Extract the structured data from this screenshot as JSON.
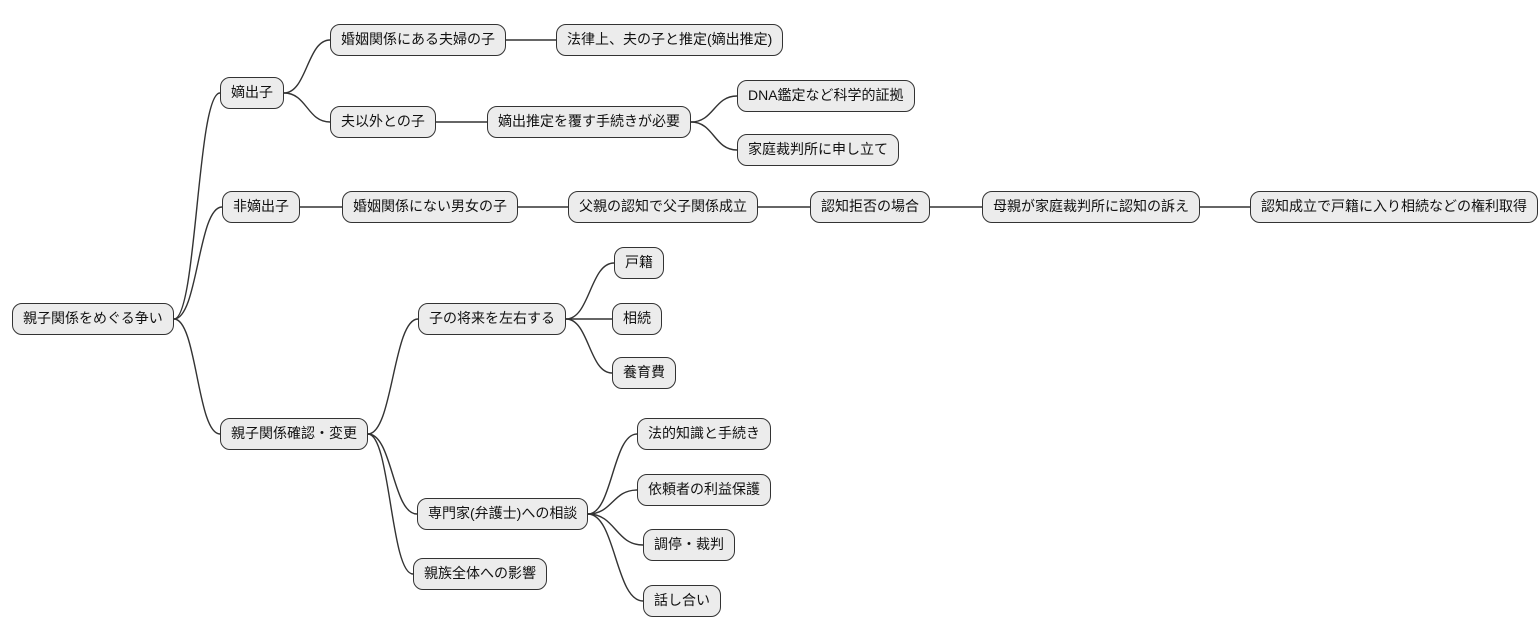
{
  "diagram": {
    "type": "mindmap",
    "root_label": "親子関係をめぐる争い"
  },
  "style": {
    "node_fill": "#ececec",
    "node_border": "#333333",
    "edge_color": "#333333",
    "text_color": "#111111",
    "background": "#ffffff"
  },
  "nodes": [
    {
      "id": "root",
      "label": "親子関係をめぐる争い",
      "parent": null
    },
    {
      "id": "legitimate-child",
      "label": "嫡出子",
      "parent": "root"
    },
    {
      "id": "married-couple-child",
      "label": "婚姻関係にある夫婦の子",
      "parent": "legitimate-child"
    },
    {
      "id": "presumed-legitimate",
      "label": "法律上、夫の子と推定(嫡出推定)",
      "parent": "married-couple-child"
    },
    {
      "id": "child-with-other-man",
      "label": "夫以外との子",
      "parent": "legitimate-child"
    },
    {
      "id": "overturn-procedure",
      "label": "嫡出推定を覆す手続きが必要",
      "parent": "child-with-other-man"
    },
    {
      "id": "dna-evidence",
      "label": "DNA鑑定など科学的証拠",
      "parent": "overturn-procedure"
    },
    {
      "id": "family-court-petition",
      "label": "家庭裁判所に申し立て",
      "parent": "overturn-procedure"
    },
    {
      "id": "illegitimate-child",
      "label": "非嫡出子",
      "parent": "root"
    },
    {
      "id": "unmarried-couple-child",
      "label": "婚姻関係にない男女の子",
      "parent": "illegitimate-child"
    },
    {
      "id": "paternity-acknowledgment",
      "label": "父親の認知で父子関係成立",
      "parent": "unmarried-couple-child"
    },
    {
      "id": "acknowledgment-refusal",
      "label": "認知拒否の場合",
      "parent": "paternity-acknowledgment"
    },
    {
      "id": "mother-court-suit",
      "label": "母親が家庭裁判所に認知の訴え",
      "parent": "acknowledgment-refusal"
    },
    {
      "id": "rights-acquisition",
      "label": "認知成立で戸籍に入り相続などの権利取得",
      "parent": "mother-court-suit"
    },
    {
      "id": "confirm-change",
      "label": "親子関係確認・変更",
      "parent": "root"
    },
    {
      "id": "child-future",
      "label": "子の将来を左右する",
      "parent": "confirm-change"
    },
    {
      "id": "koseki",
      "label": "戸籍",
      "parent": "child-future"
    },
    {
      "id": "inheritance",
      "label": "相続",
      "parent": "child-future"
    },
    {
      "id": "child-support",
      "label": "養育費",
      "parent": "child-future"
    },
    {
      "id": "expert-consult",
      "label": "専門家(弁護士)への相談",
      "parent": "confirm-change"
    },
    {
      "id": "legal-knowledge",
      "label": "法的知識と手続き",
      "parent": "expert-consult"
    },
    {
      "id": "client-interest",
      "label": "依頼者の利益保護",
      "parent": "expert-consult"
    },
    {
      "id": "mediation-trial",
      "label": "調停・裁判",
      "parent": "expert-consult"
    },
    {
      "id": "discussion",
      "label": "話し合い",
      "parent": "expert-consult"
    },
    {
      "id": "family-impact",
      "label": "親族全体への影響",
      "parent": "confirm-change"
    }
  ]
}
